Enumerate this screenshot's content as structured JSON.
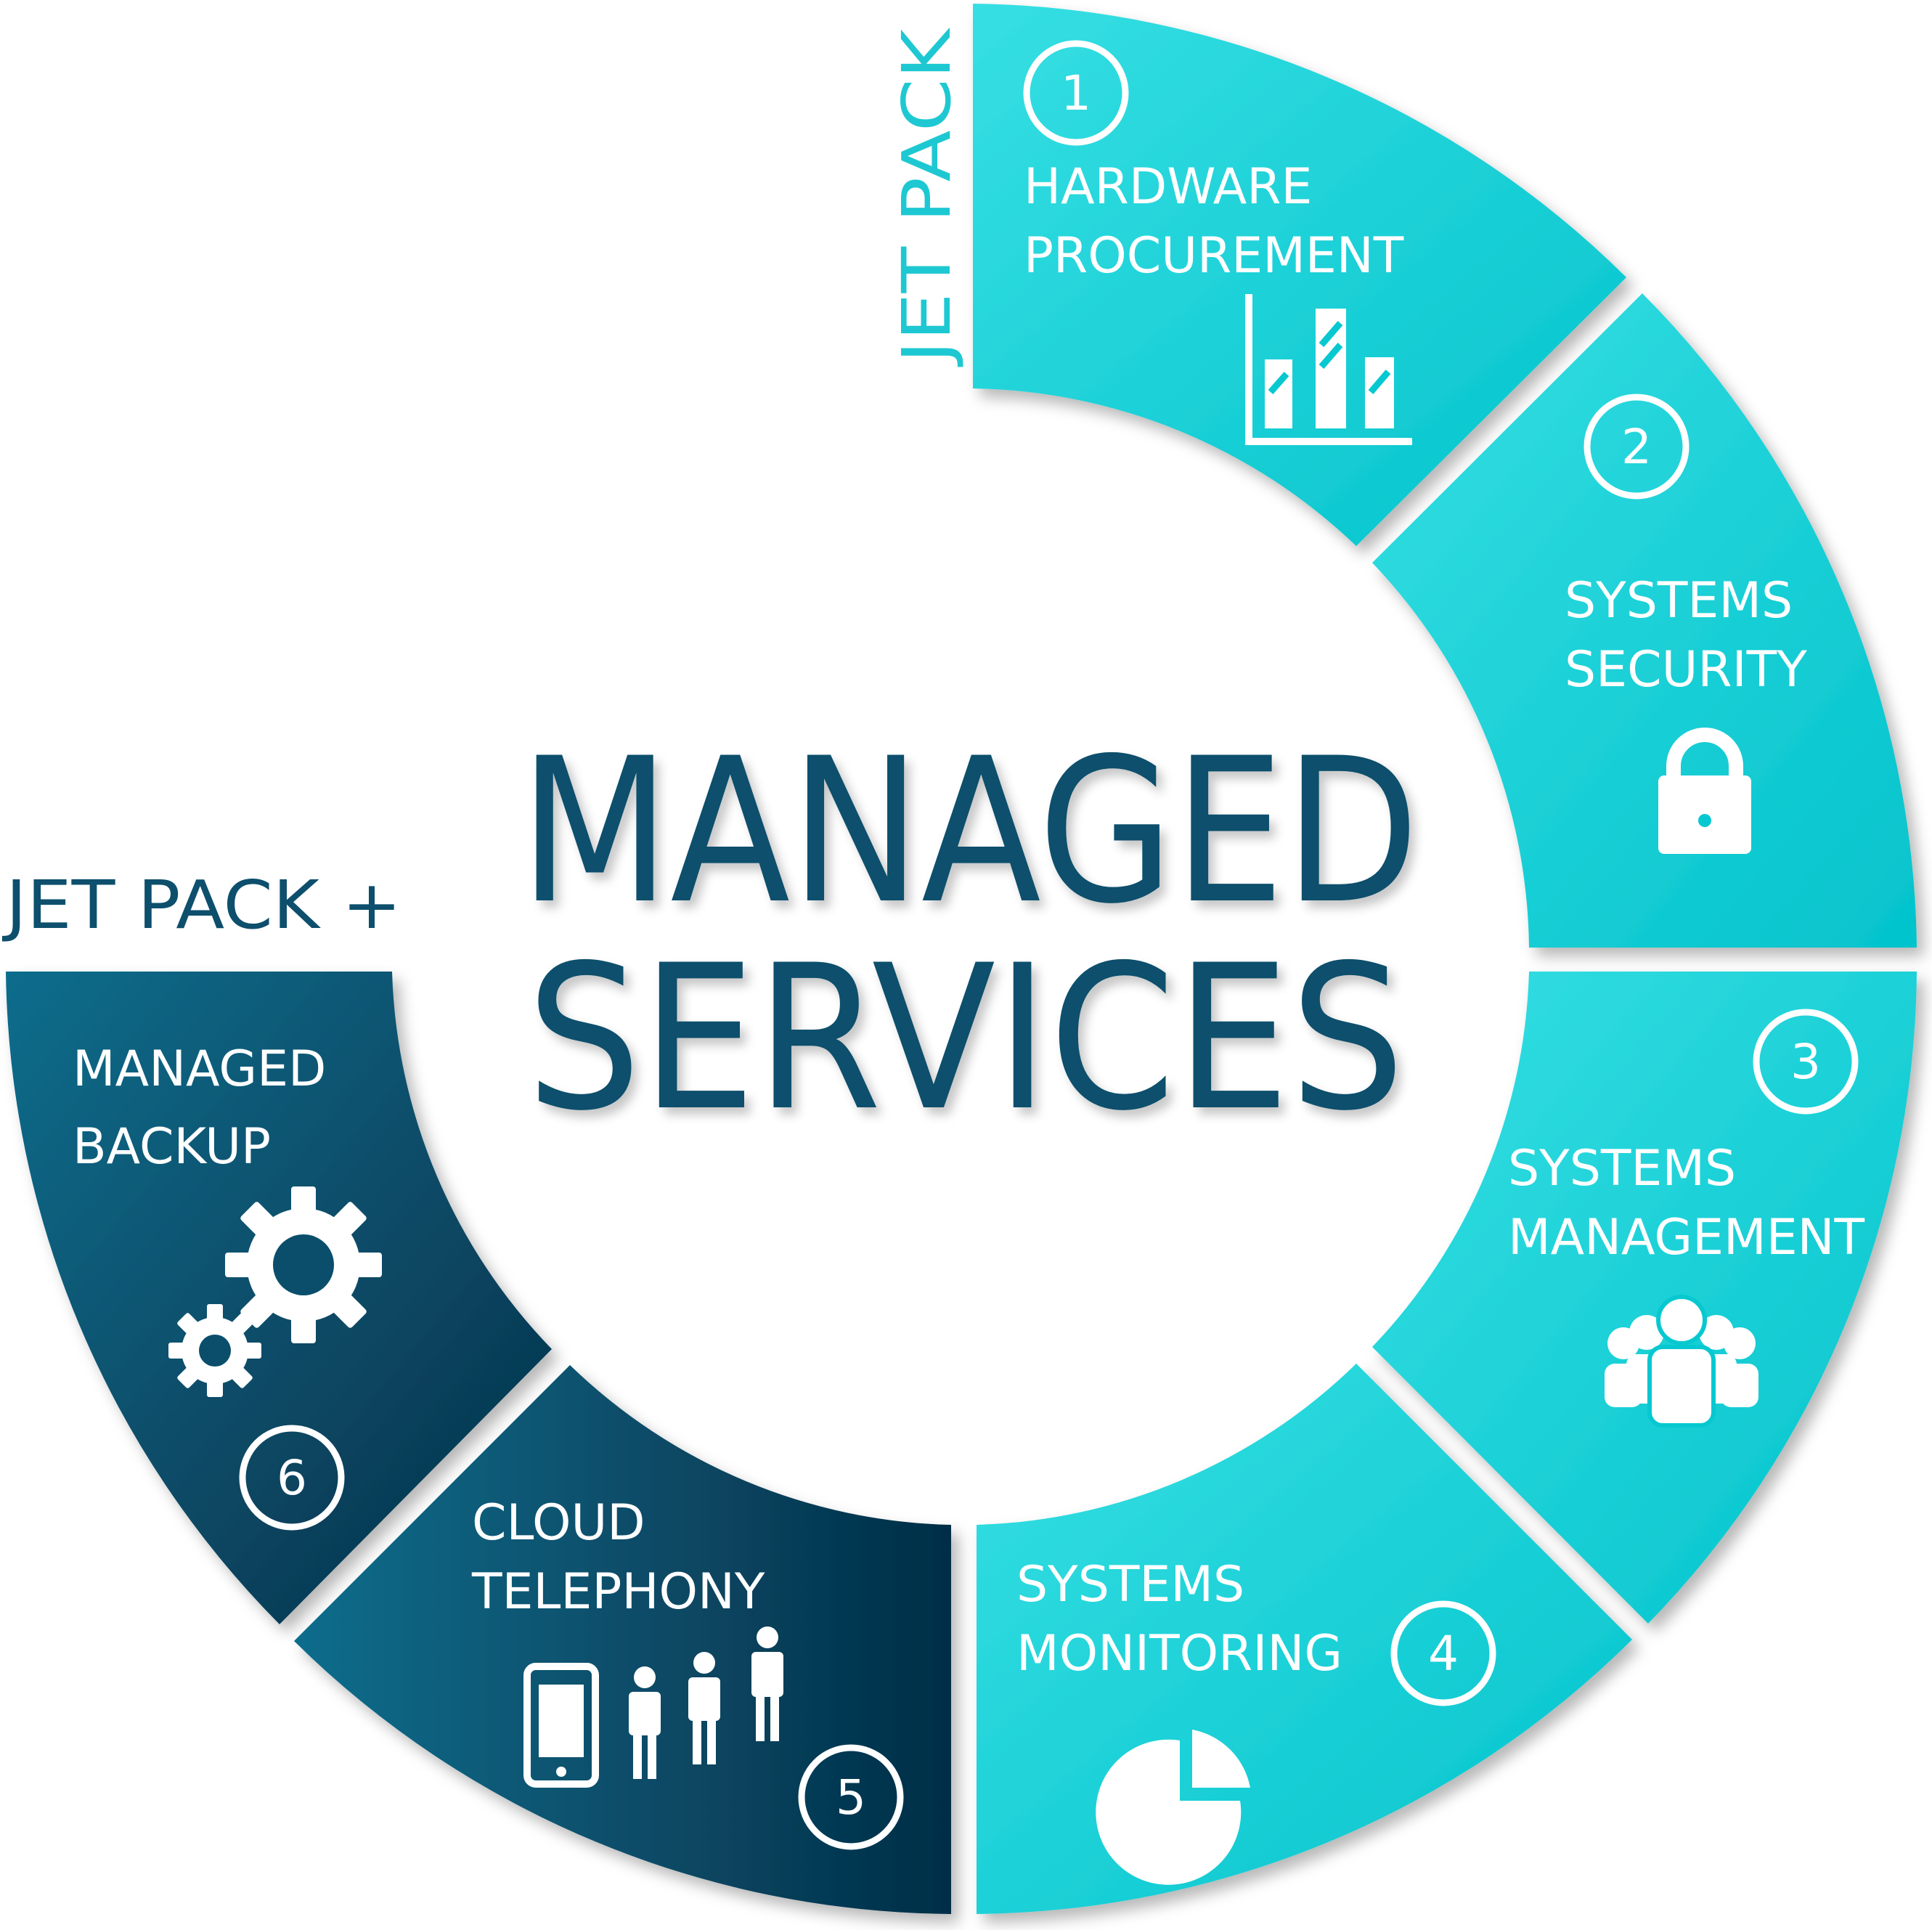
{
  "title": {
    "line1": "MANAGED",
    "line2": "SERVICES"
  },
  "tiers": {
    "basic": {
      "label": "JET PACK",
      "color": "#1ec8d2"
    },
    "plus": {
      "label": "JET PACK +",
      "color": "#0d4f6c"
    }
  },
  "colors": {
    "light_segment": "#07c8d0",
    "light_segment_edge": "#36e2e6",
    "dark_segment": "#063a55",
    "dark_segment_edge": "#0a6a8a",
    "title": "#0d4f6c",
    "icon": "#ffffff"
  },
  "segments": [
    {
      "number": "1",
      "line1": "HARDWARE",
      "line2": "PROCUREMENT",
      "icon": "bar-chart-icon",
      "tier": "basic"
    },
    {
      "number": "2",
      "line1": "SYSTEMS",
      "line2": "SECURITY",
      "icon": "padlock-icon",
      "tier": "basic"
    },
    {
      "number": "3",
      "line1": "SYSTEMS",
      "line2": "MANAGEMENT",
      "icon": "people-group-icon",
      "tier": "basic"
    },
    {
      "number": "4",
      "line1": "SYSTEMS",
      "line2": "MONITORING",
      "icon": "pie-chart-icon",
      "tier": "basic"
    },
    {
      "number": "5",
      "line1": "CLOUD",
      "line2": "TELEPHONY",
      "icon": "phone-and-people-icon",
      "tier": "plus"
    },
    {
      "number": "6",
      "line1": "MANAGED",
      "line2": "BACKUP",
      "icon": "gears-icon",
      "tier": "plus"
    }
  ]
}
